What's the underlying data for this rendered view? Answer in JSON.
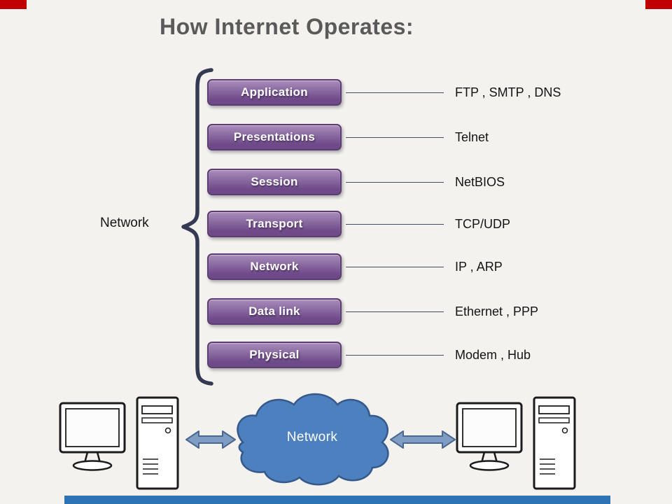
{
  "title": "How Internet Operates:",
  "brace_label": "Network",
  "layers": [
    {
      "name": "Application",
      "protocol": "FTP , SMTP , DNS"
    },
    {
      "name": "Presentations",
      "protocol": "Telnet"
    },
    {
      "name": "Session",
      "protocol": "NetBIOS"
    },
    {
      "name": "Transport",
      "protocol": "TCP/UDP"
    },
    {
      "name": "Network",
      "protocol": "IP , ARP"
    },
    {
      "name": "Data link",
      "protocol": "Ethernet , PPP"
    },
    {
      "name": "Physical",
      "protocol": "Modem , Hub"
    }
  ],
  "cloud_label": "Network",
  "colors": {
    "background": "#f4f2ef",
    "title_text": "#5a5a5a",
    "layer_fill": "#6f4a89",
    "layer_fill_light": "#a88cba",
    "layer_border": "#5b3d74",
    "connector": "#3f4e63",
    "brace": "#333a52",
    "cloud_fill": "#4c80bf",
    "cloud_border": "#36598c",
    "arrow_fill": "#7f9dc4",
    "arrow_border": "#49688f",
    "accent_red": "#c00000",
    "bottom_bar": "#2e74b5"
  }
}
